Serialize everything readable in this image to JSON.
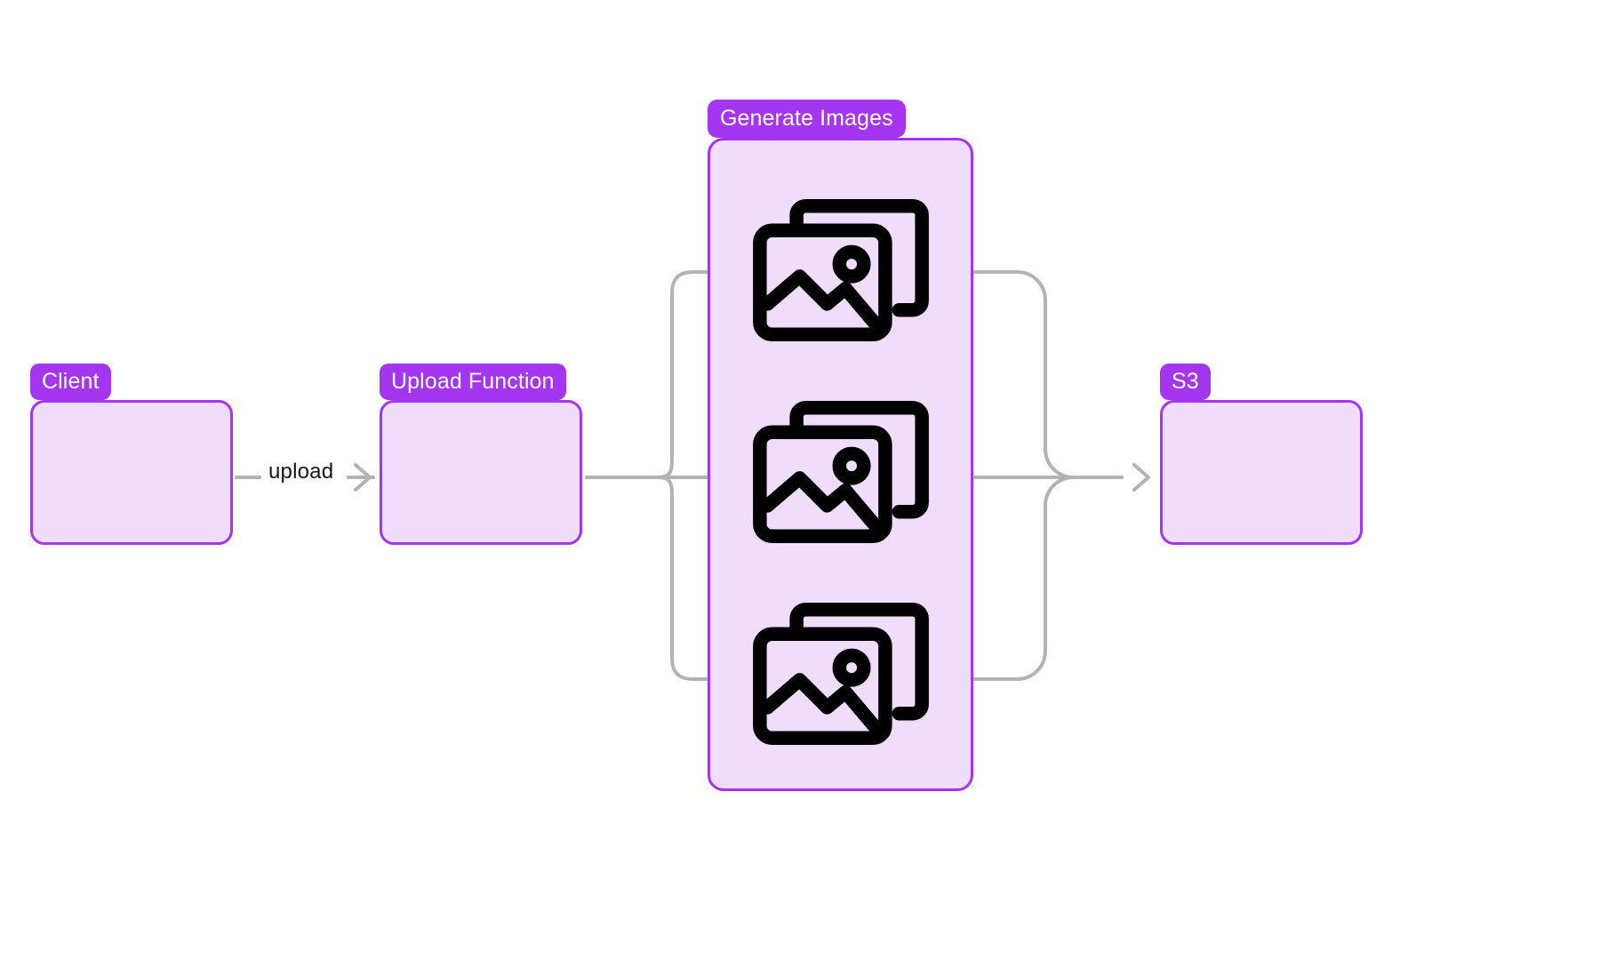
{
  "diagram": {
    "type": "architecture-flow",
    "background": "#ffffff",
    "accent_color": "#a435f0",
    "node_fill_color": "#f0ddfb",
    "edge_color": "#b3b3b3",
    "icon_color": "#000000",
    "badge_text_color": "#ffffff"
  },
  "nodes": [
    {
      "id": "client",
      "label": "Client"
    },
    {
      "id": "upload_function",
      "label": "Upload Function"
    },
    {
      "id": "s3",
      "label": "S3"
    }
  ],
  "group": {
    "id": "generate_images",
    "label": "Generate Images",
    "items": [
      {
        "icon": "images-icon"
      },
      {
        "icon": "images-icon"
      },
      {
        "icon": "images-icon"
      }
    ]
  },
  "edges": [
    {
      "from": "client",
      "to": "upload_function",
      "label": "upload"
    },
    {
      "from": "upload_function",
      "to": "generate_images_1",
      "label": ""
    },
    {
      "from": "upload_function",
      "to": "generate_images_2",
      "label": ""
    },
    {
      "from": "upload_function",
      "to": "generate_images_3",
      "label": ""
    },
    {
      "from": "generate_images_1",
      "to": "s3",
      "label": ""
    },
    {
      "from": "generate_images_2",
      "to": "s3",
      "label": ""
    },
    {
      "from": "generate_images_3",
      "to": "s3",
      "label": ""
    }
  ],
  "labels": {
    "upload_edge": "upload"
  }
}
